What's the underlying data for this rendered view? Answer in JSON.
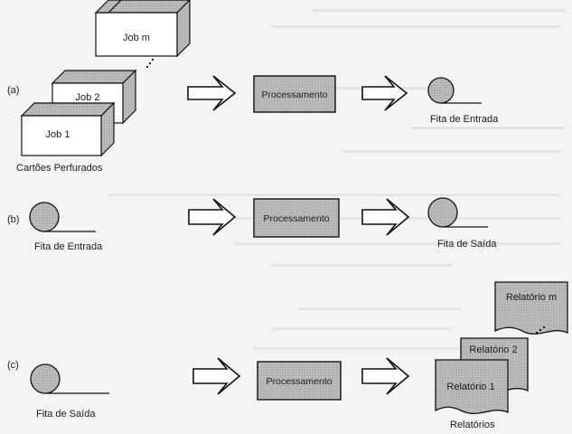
{
  "rows": {
    "a": {
      "marker": "(a)",
      "cards": {
        "job_top": "Job m",
        "job_mid": "Job 2",
        "job_front": "Job 1",
        "ellipsis": "."
      },
      "cards_caption": "Cartões Perfurados",
      "process_label": "Processamento",
      "tape_label": "Fita de Entrada"
    },
    "b": {
      "marker": "(b)",
      "input_tape_label": "Fita de Entrada",
      "process_label": "Processamento",
      "output_tape_label": "Fita de Saída"
    },
    "c": {
      "marker": "(c)",
      "input_tape_label": "Fita de Saída",
      "process_label": "Processamento",
      "reports": {
        "top": "Relatório m",
        "mid": "Relatório 2",
        "front": "Relatório 1",
        "ellipsis": "."
      },
      "reports_caption": "Relatórios"
    }
  },
  "colors": {
    "shape_fill": "#bdbdbd",
    "box_fill": "#ffffff",
    "stroke": "#111111",
    "background": "#f4f4f4"
  }
}
